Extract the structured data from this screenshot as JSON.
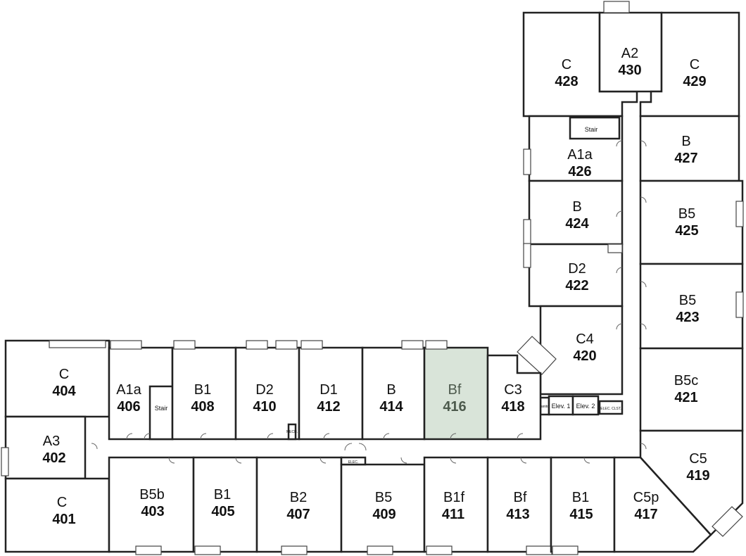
{
  "units": [
    {
      "id": "404",
      "type": "C",
      "num": "404"
    },
    {
      "id": "406",
      "type": "A1a",
      "num": "406"
    },
    {
      "id": "408",
      "type": "B1",
      "num": "408"
    },
    {
      "id": "410",
      "type": "D2",
      "num": "410"
    },
    {
      "id": "412",
      "type": "D1",
      "num": "412"
    },
    {
      "id": "414",
      "type": "B",
      "num": "414"
    },
    {
      "id": "416",
      "type": "Bf",
      "num": "416"
    },
    {
      "id": "418",
      "type": "C3",
      "num": "418"
    },
    {
      "id": "402",
      "type": "A3",
      "num": "402"
    },
    {
      "id": "401",
      "type": "C",
      "num": "401"
    },
    {
      "id": "403",
      "type": "B5b",
      "num": "403"
    },
    {
      "id": "405",
      "type": "B1",
      "num": "405"
    },
    {
      "id": "407",
      "type": "B2",
      "num": "407"
    },
    {
      "id": "409",
      "type": "B5",
      "num": "409"
    },
    {
      "id": "411",
      "type": "B1f",
      "num": "411"
    },
    {
      "id": "413",
      "type": "Bf",
      "num": "413"
    },
    {
      "id": "415",
      "type": "B1",
      "num": "415"
    },
    {
      "id": "417",
      "type": "C5p",
      "num": "417"
    },
    {
      "id": "419",
      "type": "C5",
      "num": "419"
    },
    {
      "id": "420",
      "type": "C4",
      "num": "420"
    },
    {
      "id": "421",
      "type": "B5c",
      "num": "421"
    },
    {
      "id": "422",
      "type": "D2",
      "num": "422"
    },
    {
      "id": "423",
      "type": "B5",
      "num": "423"
    },
    {
      "id": "424",
      "type": "B",
      "num": "424"
    },
    {
      "id": "425",
      "type": "B5",
      "num": "425"
    },
    {
      "id": "426",
      "type": "A1a",
      "num": "426"
    },
    {
      "id": "427",
      "type": "B",
      "num": "427"
    },
    {
      "id": "428",
      "type": "C",
      "num": "428"
    },
    {
      "id": "429",
      "type": "C",
      "num": "429"
    },
    {
      "id": "430",
      "type": "A2",
      "num": "430"
    }
  ],
  "highlighted_unit": "416",
  "service_labels": {
    "stair_north": "Stair",
    "stair_west": "Stair",
    "elev1": "Elev. 1",
    "elev2": "Elev. 2",
    "elec_clst": "ELEC. CLST.",
    "elec": "ELEC.",
    "mech": "MECH.",
    "janitor": "Janitor"
  },
  "colors": {
    "highlight_fill": "#d9e4d9",
    "wall": "#222222"
  }
}
